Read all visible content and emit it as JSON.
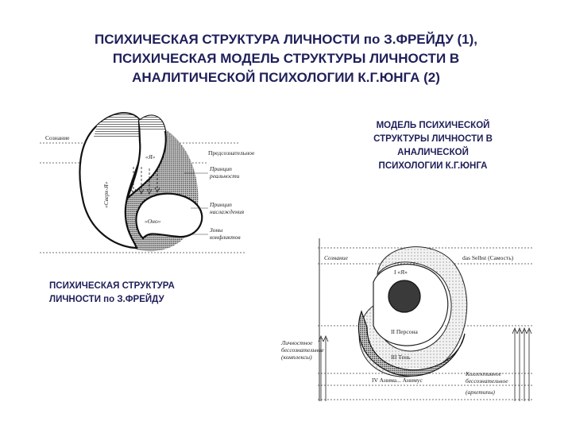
{
  "title": {
    "line1": "ПСИХИЧЕСКАЯ СТРУКТУРА ЛИЧНОСТИ по З.ФРЕЙДУ (1),",
    "line2": "ПСИХИЧЕСКАЯ МОДЕЛЬ СТРУКТУРЫ ЛИЧНОСТИ В",
    "line3": "АНАЛИТИЧЕСКОЙ ПСИХОЛОГИИ К.Г.ЮНГА (2)"
  },
  "jung_caption": {
    "line1": "МОДЕЛЬ ПСИХИЧЕСКОЙ",
    "line2": "СТРУКТУРЫ ЛИЧНОСТИ В",
    "line3": "АНАЛИЧЕСКОЙ",
    "line4": "ПСИХОЛОГИИ К.Г.ЮНГА"
  },
  "freud_caption": {
    "line1": "ПСИХИЧЕСКАЯ СТРУКТУРА",
    "line2": "ЛИЧНОСТИ по З.ФРЕЙДУ"
  },
  "freud_diagram": {
    "consciousness": "Сознание",
    "preconscious": "Предсознательное",
    "ego": "«Я»",
    "superego": "«Сверх-Я»",
    "id": "«Оно»",
    "reality_principle": [
      "Принцип",
      "реальности"
    ],
    "pleasure_principle": [
      "Принцип",
      "наслаждения"
    ],
    "conflict_zones": [
      "Зоны",
      "конфликтов"
    ]
  },
  "jung_diagram": {
    "consciousness": "Сознание",
    "self": "das Selbst (Самость)",
    "ego": "I «Я»",
    "persona": "II Персона",
    "shadow": "III Тень",
    "anima": "IV Анима... Анимус",
    "personal_unconscious": [
      "Личностное",
      "бессознательное",
      "(комплексы)"
    ],
    "collective_unconscious": [
      "Коллективное",
      "бессознательное",
      "(архетипы)"
    ]
  }
}
